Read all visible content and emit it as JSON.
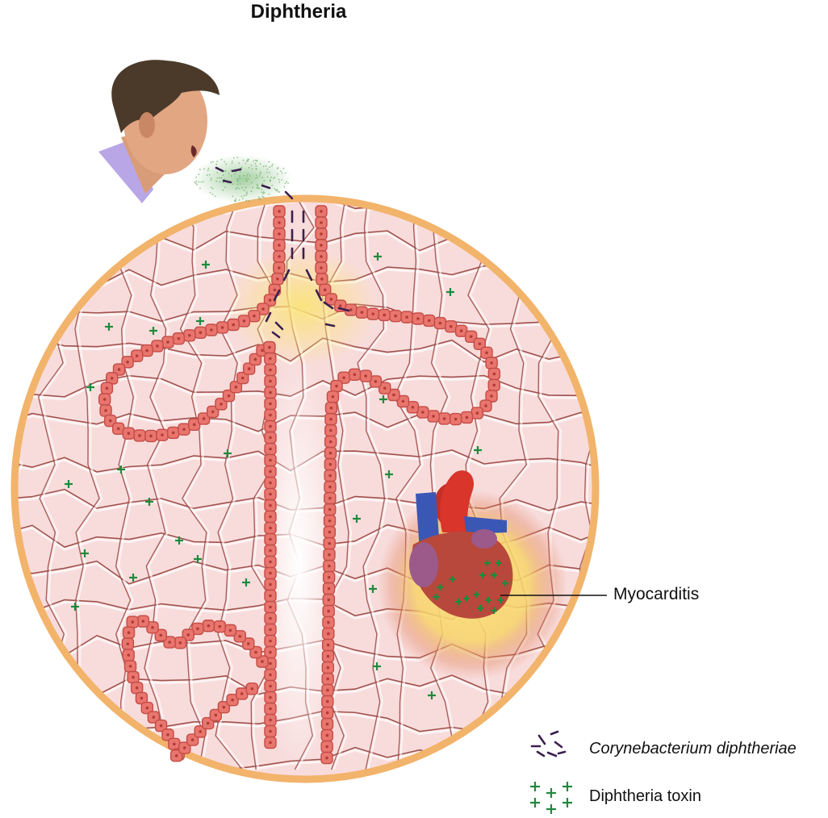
{
  "title": "Diphtheria",
  "callout": {
    "label": "Myocarditis"
  },
  "legend": {
    "bacterium": {
      "label": "Corynebacterium diphtheriae",
      "icon": "rod-bacteria-icon",
      "color": "#3b1f4f"
    },
    "toxin": {
      "label": "Diphtheria toxin",
      "icon": "plus-toxin-icon",
      "color": "#1e8a3c"
    }
  },
  "colors": {
    "rim": "#f2b36b",
    "tissue": "#f8dcdc",
    "membrane_line": "#a0524e",
    "epithelium": "#e8766e",
    "inflammation": "#f7d97a",
    "artery": "#d9352b",
    "vein": "#3b57b5"
  }
}
